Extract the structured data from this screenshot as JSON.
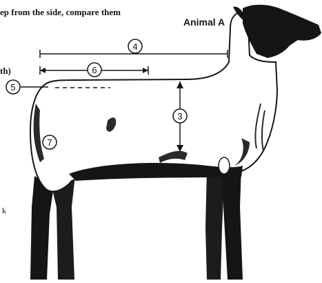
{
  "text_fragments": {
    "line1": "ep from the side, compare them",
    "line2": "th)",
    "line3": "k"
  },
  "animal_label": "Animal A",
  "callouts": {
    "c3": "3",
    "c4": "4",
    "c5": "5",
    "c6": "6",
    "c7": "7"
  },
  "colors": {
    "ink": "#151515",
    "body_fill": "#ffffff",
    "shading": "#2a2a2a"
  }
}
